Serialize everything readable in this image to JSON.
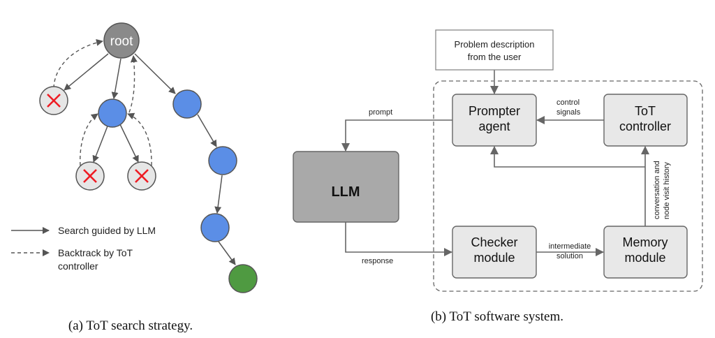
{
  "panel_a": {
    "root_label": "root",
    "legend": {
      "solid_label": "Search guided by LLM",
      "dashed_label_line1": "Backtrack by ToT",
      "dashed_label_line2": "controller"
    },
    "caption": "(a) ToT search strategy.",
    "colors": {
      "root": "#8a8a8a",
      "explored": "#5b8ee6",
      "pruned": "#e6e6e6",
      "cross": "#ee1c24",
      "solution": "#4f9a41",
      "edge": "#555555"
    }
  },
  "panel_b": {
    "problem_box_line1": "Problem description",
    "problem_box_line2": "from the user",
    "prompter_line1": "Prompter",
    "prompter_line2": "agent",
    "controller_line1": "ToT",
    "controller_line2": "controller",
    "llm_label": "LLM",
    "checker_line1": "Checker",
    "checker_line2": "module",
    "memory_line1": "Memory",
    "memory_line2": "module",
    "edge_labels": {
      "prompt": "prompt",
      "response": "response",
      "control_line1": "control",
      "control_line2": "signals",
      "intermediate_line1": "intermediate",
      "intermediate_line2": "solution",
      "history_line1": "conversation and",
      "history_line2": "node visit history"
    },
    "caption": "(b) ToT software system.",
    "colors": {
      "module_fill": "#e8e8e8",
      "llm_fill": "#a9a9a9",
      "stroke": "#666666"
    }
  }
}
